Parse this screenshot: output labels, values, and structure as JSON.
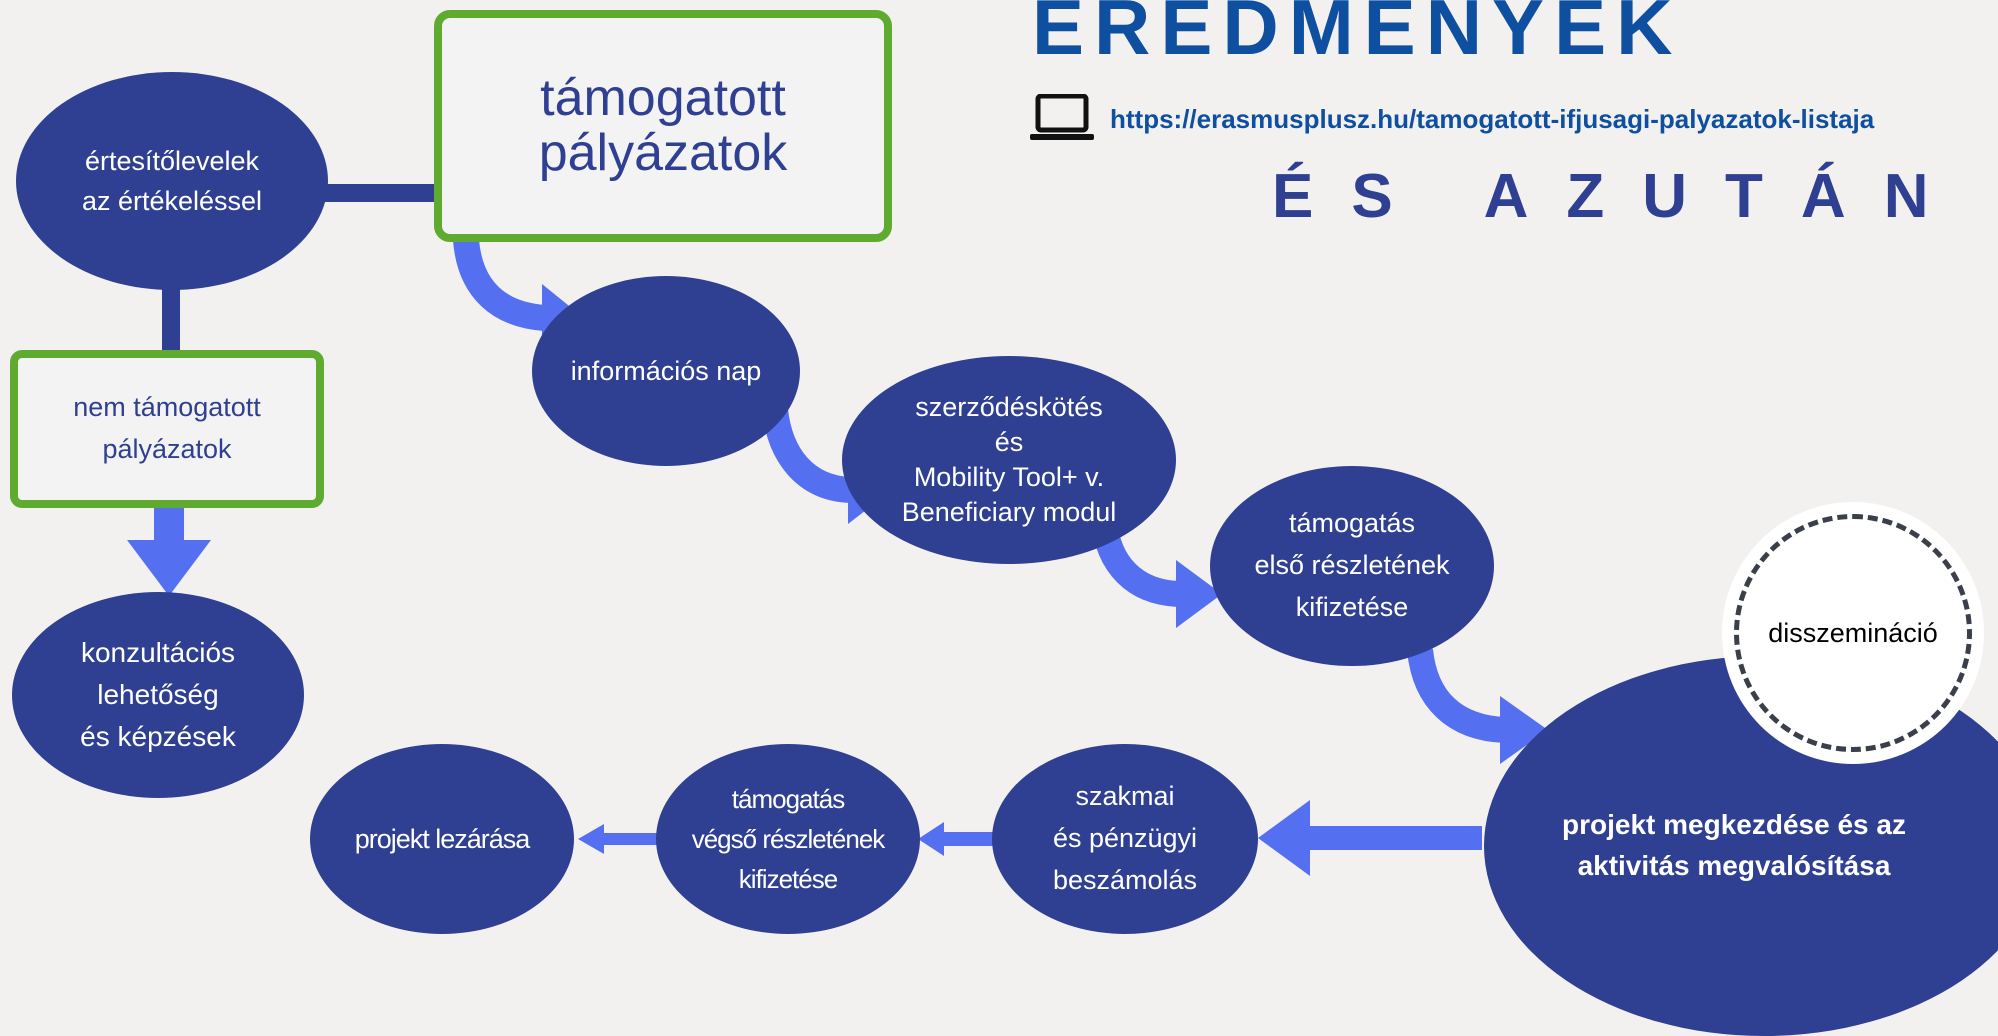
{
  "header": {
    "title": "EREDMENYEK",
    "url": "https://erasmusplusz.hu/tamogatott-ifjusagi-palyazatok-listaja",
    "subtitle": "ÉS AZUTÁN"
  },
  "nodes": {
    "ertesito": "értesítőlevelek\naz értékeléssel",
    "tamogatott": "támogatott\npályázatok",
    "nem_tamogatott": "nem támogatott\npályázatok",
    "konzultacios": "konzultációs\nlehetőség\nés képzések",
    "informacios_nap": "információs nap",
    "szerzodeskotes": "szerződéskötés\nés\nMobility Tool+ v.\nBeneficiary modul",
    "elso_reszlet": "támogatás\nelső részletének\nkifizetése",
    "disszeminacio": "disszemináció",
    "projekt_megkezdese": "projekt megkezdése és az\naktivitás megvalósítása",
    "beszamolas": "szakmai\nés pénzügyi\nbeszámolás",
    "vegso_reszlet": "támogatás\nvégső részletének\nkifizetése",
    "projekt_lezarasa": "projekt lezárása"
  },
  "colors": {
    "node_fill": "#2f3f91",
    "box_border": "#5fab2f",
    "arrow": "#5470f0",
    "title": "#0e4fa0"
  },
  "icons": {
    "laptop": "laptop-icon"
  }
}
